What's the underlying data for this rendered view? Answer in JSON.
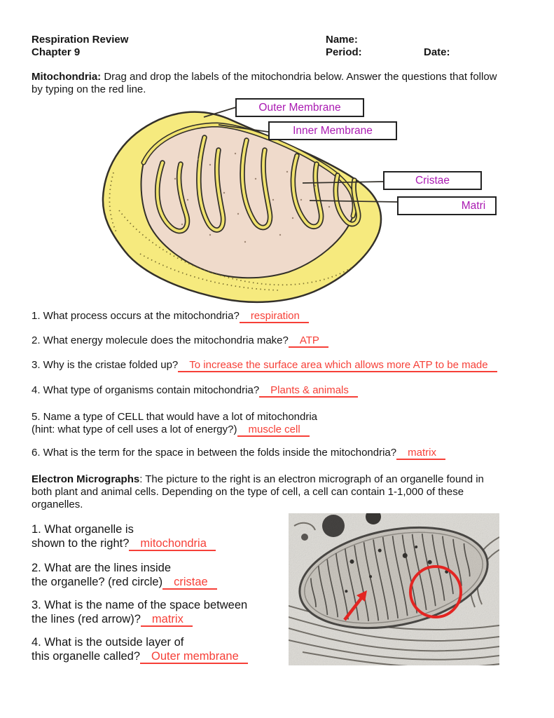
{
  "doc": {
    "header": {
      "title_line1": "Respiration Review",
      "title_line2": "Chapter 9",
      "name_label": "Name:",
      "period_label": "Period:",
      "date_label": "Date:"
    },
    "intro": {
      "lead": "Mitochondria:",
      "line1_rest": " Drag and drop the labels of the mitochondria below.  Answer the questions that follow",
      "line2": "by typing on the red line."
    },
    "diagram_labels": {
      "outer": "Outer Membrane",
      "inner": "Inner Membrane",
      "cristae": "Cristae",
      "matrix": "Matri"
    },
    "questions": {
      "q1": {
        "prompt": "1. What process occurs at the mitochondria?",
        "answer": "respiration"
      },
      "q2": {
        "prompt": "2. What energy molecule does the mitochondria make?",
        "answer": "ATP"
      },
      "q3": {
        "prompt": "3. Why is the cristae folded up?",
        "answer": "To increase the surface area which allows more ATP to be made"
      },
      "q4": {
        "prompt": "4. What type of organisms contain mitochondria?",
        "answer": "Plants & animals"
      },
      "q5": {
        "prompt_line1": "5. Name a type of CELL that would have a lot of mitochondria",
        "prompt_line2": "(hint: what type of cell uses a lot of energy?)",
        "answer": "muscle cell"
      },
      "q6": {
        "prompt": "6.  What is the term for the space in between the folds inside the mitochondria?",
        "answer": "matrix"
      }
    },
    "micrograph_section": {
      "lead": "Electron Micrographs",
      "line1_rest": ": The picture to the right is an electron micrograph of an organelle found in",
      "line2": "both plant and animal cells.  Depending on the type of cell, a cell can contain 1-1,000 of these",
      "line3": "organelles.",
      "questions": {
        "q1": {
          "line1": "1. What organelle is",
          "line2": "shown to the right?",
          "answer": "mitochondria"
        },
        "q2": {
          "line1": "2.  What are the lines inside",
          "line2": "the organelle? (red circle)",
          "answer": "cristae"
        },
        "q3": {
          "line1": "3. What is the name of the space between",
          "line2": "the lines (red arrow)?",
          "answer": "matrix"
        },
        "q4": {
          "line1": "4. What is the outside layer of",
          "line2": "this organelle called?",
          "answer": "Outer membrane"
        }
      }
    },
    "colors": {
      "answer_red": "#f64038",
      "label_magenta": "#aa1ab2",
      "membrane_yellow": "#f6ea7e",
      "matrix_pink": "#efdacb",
      "diagram_outline": "#33302a",
      "annotation_red": "#e32522"
    }
  }
}
